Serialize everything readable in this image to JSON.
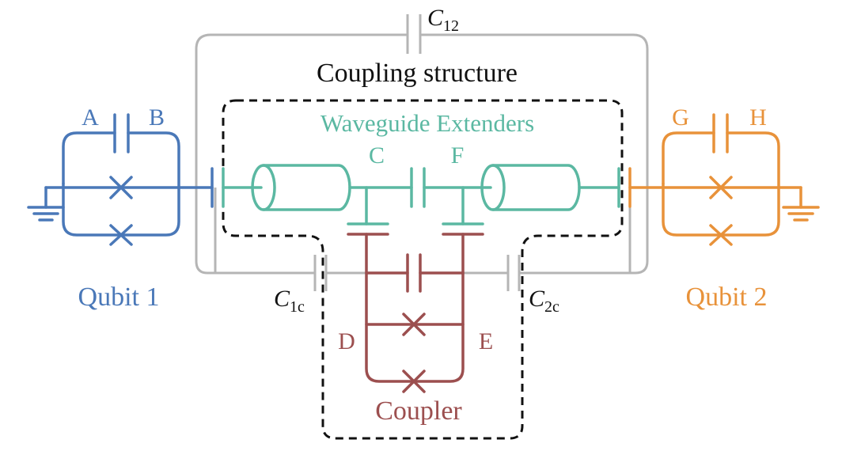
{
  "colors": {
    "qubit1": "#4a78b8",
    "qubit2": "#e8923a",
    "waveguide": "#5bb8a2",
    "coupler": "#9c4f4f",
    "structure": "#b5b5b5",
    "dashed": "#111111",
    "text": "#111111"
  },
  "labels": {
    "c12_base": "C",
    "c12_sub": "12",
    "coupling_structure": "Coupling structure",
    "waveguide_extenders": "Waveguide Extenders",
    "node_a": "A",
    "node_b": "B",
    "node_c": "C",
    "node_d": "D",
    "node_e": "E",
    "node_f": "F",
    "node_g": "G",
    "node_h": "H",
    "qubit1": "Qubit 1",
    "qubit2": "Qubit 2",
    "coupler": "Coupler",
    "c1c_base": "C",
    "c1c_sub": "1c",
    "c2c_base": "C",
    "c2c_sub": "2c"
  }
}
